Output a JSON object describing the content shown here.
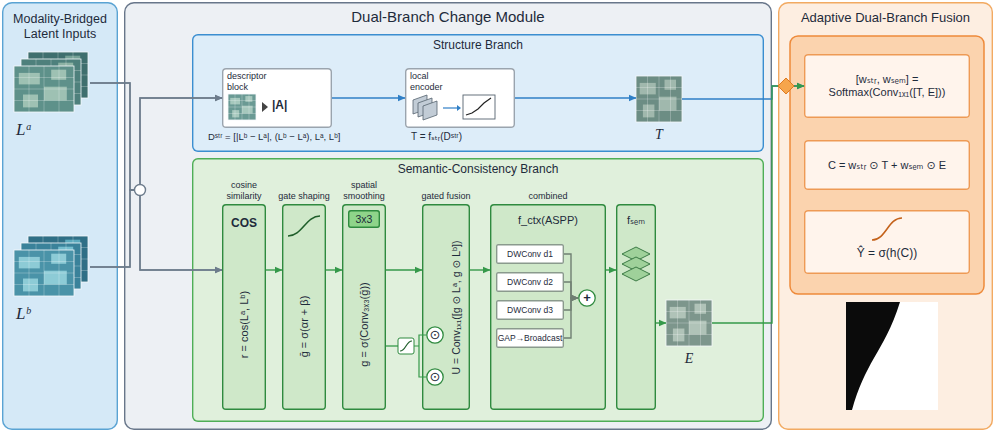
{
  "diagram": {
    "nodes": [
      {
        "text": [
          "Modality-Bridged Latent Inputs"
        ]
      },
      {
        "text": [
          "Lᵃ"
        ],
        "in": 0
      },
      {
        "text": [
          "Lᵇ"
        ],
        "in": 0
      },
      {
        "text": [
          "Dual-Branch Change Module"
        ]
      },
      {
        "text": [
          "Structure Branch"
        ],
        "in": 3
      },
      {
        "text": [
          "descriptor block",
          "|A|",
          "Dˢᵗʳ = [|Lᵇ − Lᵃ|, (Lᵇ − Lᵃ), Lᵃ, Lᵇ]"
        ],
        "in": 4
      },
      {
        "text": [
          "local encoder",
          "T = fₛₜᵣ(Dˢᵗʳ)"
        ],
        "in": 4
      },
      {
        "text": [
          "T"
        ],
        "in": 4
      },
      {
        "text": [
          "Semantic-Consistency Branch"
        ],
        "in": 3
      },
      {
        "text": [
          "cosine similarity",
          "COS",
          "r = cos(Lᵃ, Lᵇ)"
        ],
        "in": 8
      },
      {
        "text": [
          "gate shaping",
          "ḡ = σ(αr + β)"
        ],
        "in": 8
      },
      {
        "text": [
          "spatial smoothing",
          "g = σ(Conv₃ₓ₃(ḡ))"
        ],
        "in": 8
      },
      {
        "text": [
          "3x3"
        ],
        "in": 11
      },
      {
        "text": [
          "gated fusion",
          "U = Conv₁ₓ₁([g ⊙ Lᵃ, g ⊙ Lᵇ])"
        ],
        "in": 8
      },
      {
        "text": [
          "⊙"
        ],
        "in": 13
      },
      {
        "text": [
          "⊙"
        ],
        "in": 13
      },
      {
        "text": [
          "combined",
          "f_ctx(ASPP)"
        ],
        "in": 8
      },
      {
        "text": [
          "DWConv d1"
        ],
        "in": 16
      },
      {
        "text": [
          "DWConv d2"
        ],
        "in": 16
      },
      {
        "text": [
          "DWConv d3"
        ],
        "in": 16
      },
      {
        "text": [
          "GAP→Broadcast"
        ],
        "in": 16
      },
      {
        "text": [
          "+"
        ],
        "in": 16
      },
      {
        "text": [
          "fₛₑₘ"
        ],
        "in": 8
      },
      {
        "text": [
          "E"
        ],
        "in": 8
      },
      {
        "text": [
          "Adaptive Dual-Branch Fusion"
        ]
      },
      {
        "text": [
          "[wₛₜᵣ, wₛₑₘ] = Softmax(Conv₁ₓ₁([T, E]))"
        ],
        "in": 24
      },
      {
        "text": [
          "C = wₛₜᵣ ⊙ T + wₛₑₘ ⊙ E"
        ],
        "in": 24
      },
      {
        "text": [
          "Ŷ = σ(h(C))"
        ],
        "in": 24
      }
    ],
    "edges": [
      {
        "from": 1,
        "to": 5,
        "arrow": "to"
      },
      {
        "from": 2,
        "to": 5,
        "arrow": "to"
      },
      {
        "from": 1,
        "to": 9,
        "arrow": "to"
      },
      {
        "from": 2,
        "to": 9,
        "arrow": "to"
      },
      {
        "from": 5,
        "to": 6,
        "arrow": "to"
      },
      {
        "from": 6,
        "to": 7,
        "arrow": "to"
      },
      {
        "from": 7,
        "to": 25,
        "arrow": "to"
      },
      {
        "from": 9,
        "to": 10,
        "arrow": "to"
      },
      {
        "from": 10,
        "to": 11,
        "arrow": "to"
      },
      {
        "from": 11,
        "to": 13,
        "arrow": "to"
      },
      {
        "from": 13,
        "to": 16,
        "arrow": "to"
      },
      {
        "from": 16,
        "to": 22,
        "arrow": "to"
      },
      {
        "from": 22,
        "to": 23,
        "arrow": "to"
      },
      {
        "from": 23,
        "to": 25,
        "arrow": "to"
      },
      {
        "from": 17,
        "to": 21,
        "arrow": "to"
      },
      {
        "from": 18,
        "to": 21,
        "arrow": "to"
      },
      {
        "from": 19,
        "to": 21,
        "arrow": "to"
      },
      {
        "from": 20,
        "to": 21,
        "arrow": "to"
      }
    ]
  }
}
